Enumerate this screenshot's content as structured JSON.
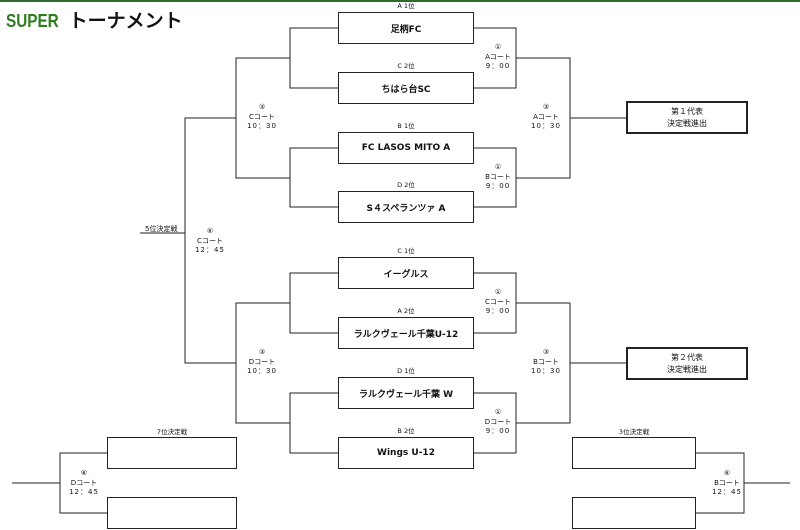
{
  "title": {
    "super": "SUPER",
    "rest": "トーナメント"
  },
  "teams": {
    "t1": {
      "seed": "A 1位",
      "name": "足柄FC"
    },
    "t2": {
      "seed": "C 2位",
      "name": "ちはら台SC"
    },
    "t3": {
      "seed": "B 1位",
      "name": "FC LASOS MITO A"
    },
    "t4": {
      "seed": "D 2位",
      "name": "S４スペランツァ A"
    },
    "t5": {
      "seed": "C 1位",
      "name": "イーグルス"
    },
    "t6": {
      "seed": "A 2位",
      "name": "ラルクヴェール千葉U-12"
    },
    "t7": {
      "seed": "D 1位",
      "name": "ラルクヴェール千葉 W"
    },
    "t8": {
      "seed": "B 2位",
      "name": "Wings U-12"
    }
  },
  "matches": {
    "m1": {
      "num": "①",
      "court": "Aコート",
      "time": "9：00"
    },
    "m2": {
      "num": "①",
      "court": "Bコート",
      "time": "9：00"
    },
    "m3": {
      "num": "①",
      "court": "Cコート",
      "time": "9：00"
    },
    "m4": {
      "num": "①",
      "court": "Dコート",
      "time": "9：00"
    },
    "m5": {
      "num": "③",
      "court": "Cコート",
      "time": "10：30"
    },
    "m6": {
      "num": "③",
      "court": "Aコート",
      "time": "10：30"
    },
    "m7": {
      "num": "③",
      "court": "Dコート",
      "time": "10：30"
    },
    "m8": {
      "num": "③",
      "court": "Bコート",
      "time": "10：30"
    },
    "m9": {
      "num": "⑥",
      "court": "Cコート",
      "time": "12：45"
    },
    "m10": {
      "num": "⑥",
      "court": "Dコート",
      "time": "12：45"
    },
    "m11": {
      "num": "⑥",
      "court": "Bコート",
      "time": "12：45"
    }
  },
  "representatives": {
    "r1": {
      "line1": "第１代表",
      "line2": "決定戦進出"
    },
    "r2": {
      "line1": "第２代表",
      "line2": "決定戦進出"
    }
  },
  "labels": {
    "fifth": "5位決定戦",
    "seventh": "7位決定戦",
    "third": "3位決定戦"
  }
}
